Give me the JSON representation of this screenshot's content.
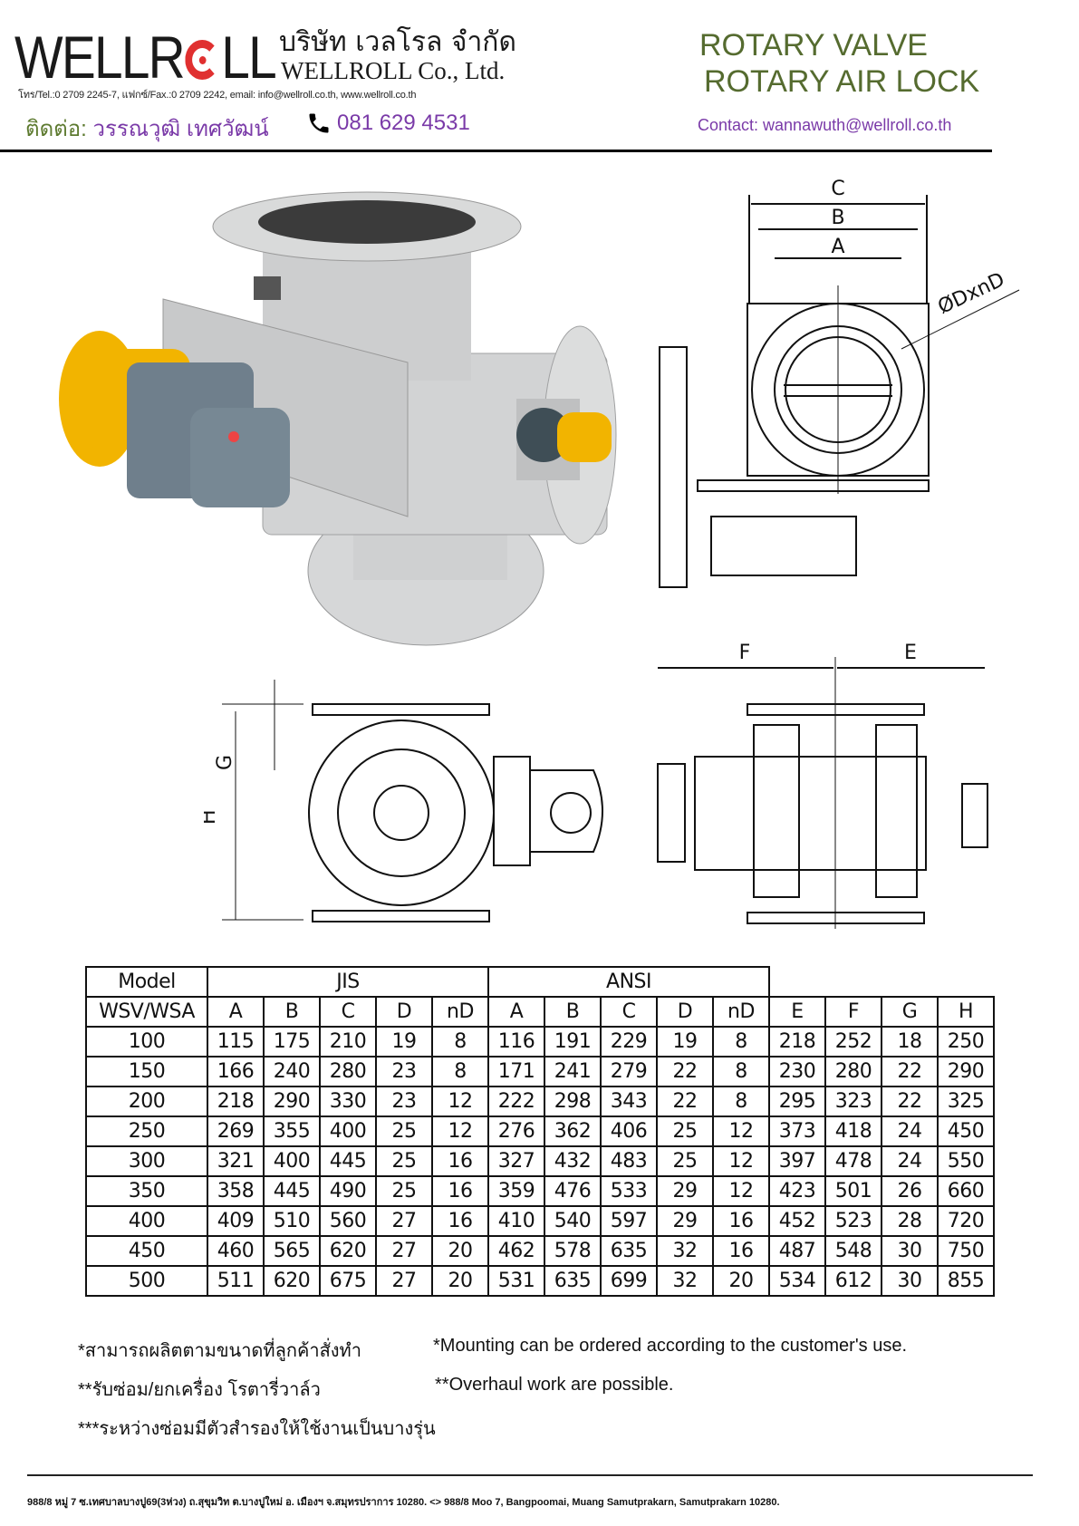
{
  "header": {
    "logo_left": "WELLR",
    "logo_right": "LL",
    "company_thai": "บริษัท เวลโรล จำกัด",
    "company_en": "WELLROLL Co., Ltd.",
    "contact_line": "โทร/Tel.:0 2709 2245-7, แฟกซ์/Fax.:0 2709 2242, email: info@wellroll.co.th, www.wellroll.co.th",
    "contact_label_th": "ติดต่อ:",
    "contact_name_th": "วรรณวุฒิ เทศวัฒน์",
    "phone_icon": "phone-icon",
    "phone": "081 629 4531",
    "title_line1": "ROTARY VALVE",
    "title_line2": "ROTARY AIR LOCK",
    "email_contact": "Contact: wannawuth@wellroll.co.th"
  },
  "colors": {
    "title_green": "#556b2f",
    "contact_purple": "#7a3aa8",
    "logo_red": "#e03030",
    "valve_gray": "#c9cacb",
    "motor_yellow": "#f2b400",
    "motor_blue_gray": "#6f7f8c"
  },
  "drawings": {
    "top_view_labels": [
      "C",
      "B",
      "A",
      "ØDxnD"
    ],
    "front_view_labels": [
      "G",
      "H"
    ],
    "side_view_labels": [
      "F",
      "E"
    ]
  },
  "table": {
    "group_headers": {
      "model": "Model",
      "jis": "JIS",
      "ansi": "ANSI"
    },
    "columns": [
      "WSV/WSA",
      "A",
      "B",
      "C",
      "D",
      "nD",
      "A",
      "B",
      "C",
      "D",
      "nD",
      "E",
      "F",
      "G",
      "H"
    ],
    "rows": [
      [
        "100",
        "115",
        "175",
        "210",
        "19",
        "8",
        "116",
        "191",
        "229",
        "19",
        "8",
        "218",
        "252",
        "18",
        "250"
      ],
      [
        "150",
        "166",
        "240",
        "280",
        "23",
        "8",
        "171",
        "241",
        "279",
        "22",
        "8",
        "230",
        "280",
        "22",
        "290"
      ],
      [
        "200",
        "218",
        "290",
        "330",
        "23",
        "12",
        "222",
        "298",
        "343",
        "22",
        "8",
        "295",
        "323",
        "22",
        "325"
      ],
      [
        "250",
        "269",
        "355",
        "400",
        "25",
        "12",
        "276",
        "362",
        "406",
        "25",
        "12",
        "373",
        "418",
        "24",
        "450"
      ],
      [
        "300",
        "321",
        "400",
        "445",
        "25",
        "16",
        "327",
        "432",
        "483",
        "25",
        "12",
        "397",
        "478",
        "24",
        "550"
      ],
      [
        "350",
        "358",
        "445",
        "490",
        "25",
        "16",
        "359",
        "476",
        "533",
        "29",
        "12",
        "423",
        "501",
        "26",
        "660"
      ],
      [
        "400",
        "409",
        "510",
        "560",
        "27",
        "16",
        "410",
        "540",
        "597",
        "29",
        "16",
        "452",
        "523",
        "28",
        "720"
      ],
      [
        "450",
        "460",
        "565",
        "620",
        "27",
        "20",
        "462",
        "578",
        "635",
        "32",
        "16",
        "487",
        "548",
        "30",
        "750"
      ],
      [
        "500",
        "511",
        "620",
        "675",
        "27",
        "20",
        "531",
        "635",
        "699",
        "32",
        "20",
        "534",
        "612",
        "30",
        "855"
      ]
    ]
  },
  "notes": {
    "th": [
      "*สามารถผลิตตามขนาดที่ลูกค้าสั่งทำ",
      "**รับซ่อม/ยกเครื่อง โรตารี่วาล์ว",
      "***ระหว่างซ่อมมีตัวสำรองให้ใช้งานเป็นบางรุ่น"
    ],
    "en": [
      "*Mounting can be ordered according to the customer's use.",
      "**Overhaul work are possible."
    ]
  },
  "footer": {
    "address": "988/8  หมู่ 7 ซ.เทศบาลบางปู69(3ห่วง) ถ.สุขุมวิท ต.บางปูใหม่  อ. เมืองฯ  จ.สมุทรปราการ 10280. <> 988/8 Moo 7, Bangpoomai, Muang Samutprakarn, Samutprakarn 10280."
  }
}
